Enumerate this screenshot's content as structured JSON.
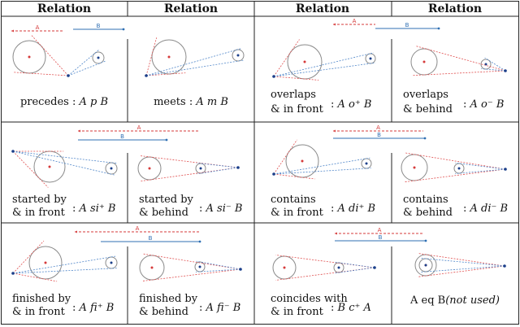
{
  "header": [
    "Relation",
    "Relation",
    "Relation",
    "Relation"
  ],
  "colors": {
    "a": "#d63a3a",
    "b": "#2f6fb3",
    "grey": "#8a8a8a",
    "cone_a": "#e05050",
    "cone_b": "#4f86c9"
  },
  "line_labels": {
    "a": "A",
    "b": "B"
  },
  "cells": [
    {
      "caption": [
        "precedes : ",
        "A p B"
      ]
    },
    {
      "caption": [
        "meets : ",
        "A m B"
      ]
    },
    {
      "caption": [
        "overlaps",
        "& in front",
        ": ",
        "A o⁺ B"
      ]
    },
    {
      "caption": [
        "overlaps",
        "& behind",
        ": ",
        "A o⁻ B"
      ]
    },
    {
      "caption": [
        "started by",
        "& in front",
        ": ",
        "A si⁺ B"
      ]
    },
    {
      "caption": [
        "started by",
        "& behind",
        ": ",
        "A si⁻ B"
      ]
    },
    {
      "caption": [
        "contains",
        "& in front",
        ": ",
        "A di⁺ B"
      ]
    },
    {
      "caption": [
        "contains",
        "& behind",
        ": ",
        "A di⁻ B"
      ]
    },
    {
      "caption": [
        "finished by",
        "& in front",
        ": ",
        "A fi⁺ B"
      ]
    },
    {
      "caption": [
        "finished by",
        "& behind",
        ": ",
        "A fi⁻ B"
      ]
    },
    {
      "caption": [
        "coincides with",
        "& in front",
        ": ",
        "B c⁺ A"
      ]
    },
    {
      "caption": [
        "A eq B",
        "(not used)"
      ]
    }
  ]
}
